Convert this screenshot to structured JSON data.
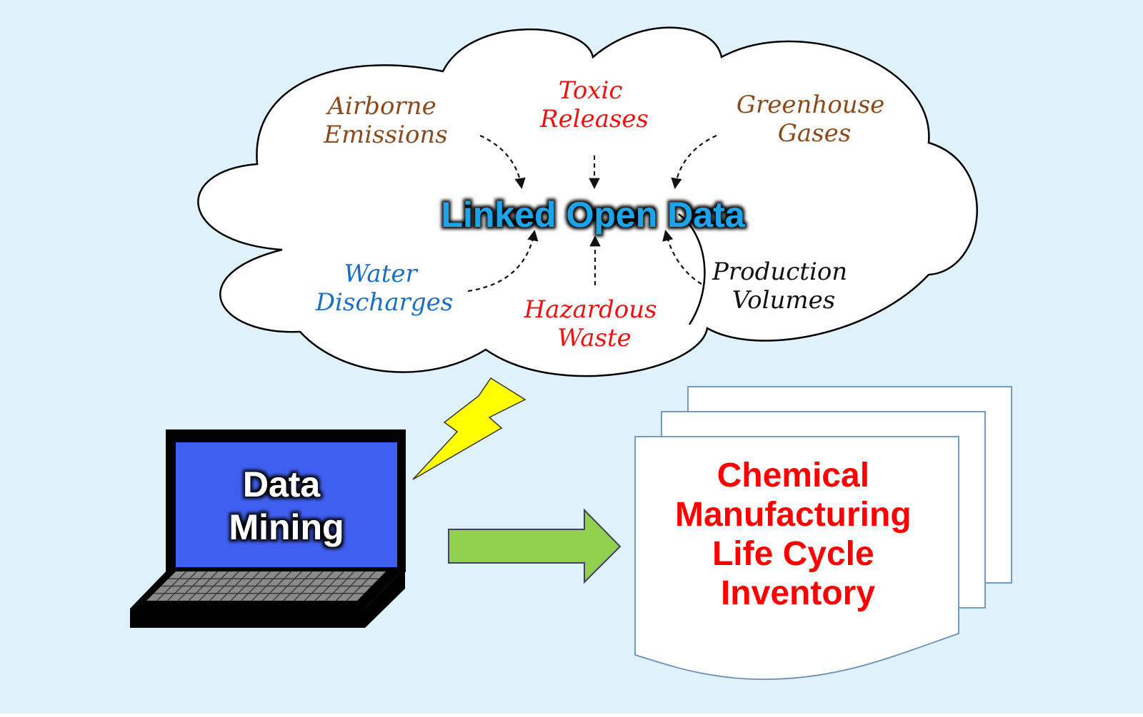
{
  "colors": {
    "background": "#dff1fb",
    "cloud_fill": "#ffffff",
    "brown": "#8b4a1c",
    "red": "#ee1111",
    "blue": "#1a6fc0",
    "black": "#111111",
    "hub_text": "#1aa3e8",
    "screen": "#3f5ff0",
    "arrow_green": "#92d050",
    "lightning": "#ffff00",
    "doc_text": "#ff0000"
  },
  "cloud": {
    "hub": "Linked Open Data",
    "sources": [
      {
        "id": "airborne",
        "lines": [
          "Airborne",
          "Emissions"
        ],
        "color": "brown"
      },
      {
        "id": "toxic",
        "lines": [
          "Toxic",
          "Releases"
        ],
        "color": "red"
      },
      {
        "id": "greenhouse",
        "lines": [
          "Greenhouse",
          "Gases"
        ],
        "color": "brown"
      },
      {
        "id": "water",
        "lines": [
          "Water",
          "Discharges"
        ],
        "color": "blue"
      },
      {
        "id": "hazardous",
        "lines": [
          "Hazardous",
          "Waste"
        ],
        "color": "red"
      },
      {
        "id": "production",
        "lines": [
          "Production",
          "Volumes"
        ],
        "color": "black"
      }
    ]
  },
  "laptop": {
    "lines": [
      "Data",
      "Mining"
    ],
    "icon": "laptop-icon"
  },
  "document": {
    "lines": [
      "Chemical",
      "Manufacturing",
      "Life Cycle",
      "Inventory"
    ],
    "icon": "document-stack-icon"
  }
}
